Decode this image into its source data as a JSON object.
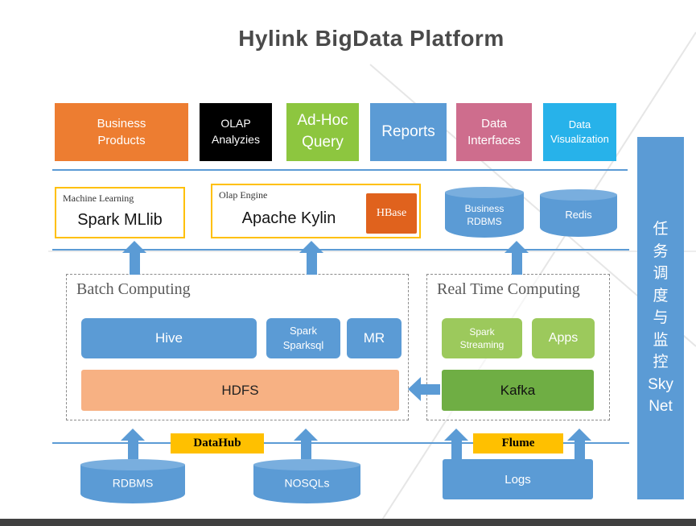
{
  "title": "Hylink BigData Platform",
  "top_row": [
    {
      "label": "Business\nProducts"
    },
    {
      "label": "OLAP\nAnalyzies"
    },
    {
      "label": "Ad-Hoc\nQuery"
    },
    {
      "label": "Reports"
    },
    {
      "label": "Data\nInterfaces"
    },
    {
      "label": "Data\nVisualization"
    }
  ],
  "engine_row": {
    "ml_caption": "Machine Learning",
    "ml_label": "Spark MLlib",
    "olap_caption": "Olap Engine",
    "olap_label": "Apache Kylin",
    "hbase_label": "HBase",
    "business_rdbms_label": "Business\nRDBMS",
    "redis_label": "Redis"
  },
  "batch": {
    "title": "Batch Computing",
    "hive": "Hive",
    "spark_sparksql": "Spark\nSparksql",
    "mr": "MR",
    "hdfs": "HDFS"
  },
  "realtime": {
    "title": "Real Time Computing",
    "spark_streaming": "Spark\nStreaming",
    "apps": "Apps",
    "kafka": "Kafka"
  },
  "ingest": {
    "datahub": "DataHub",
    "flume": "Flume"
  },
  "sources": {
    "rdbms": "RDBMS",
    "nosqls": "NOSQLs",
    "logs": "Logs"
  },
  "side_panel": {
    "text": "任\n务\n调\n度\n与\n监\n控\nSky\nNet"
  },
  "colors": {
    "accent_blue": "#5B9BD5",
    "orange": "#ED7D31",
    "black": "#000000",
    "green": "#8DC63F",
    "light_green": "#9CC95C",
    "kafka_green": "#6FAE44",
    "pink": "#CE6D8D",
    "cyan": "#27B2EA",
    "gold": "#FFC000",
    "hbase_orange": "#E0621D",
    "hdfs_salmon": "#F7B183"
  }
}
